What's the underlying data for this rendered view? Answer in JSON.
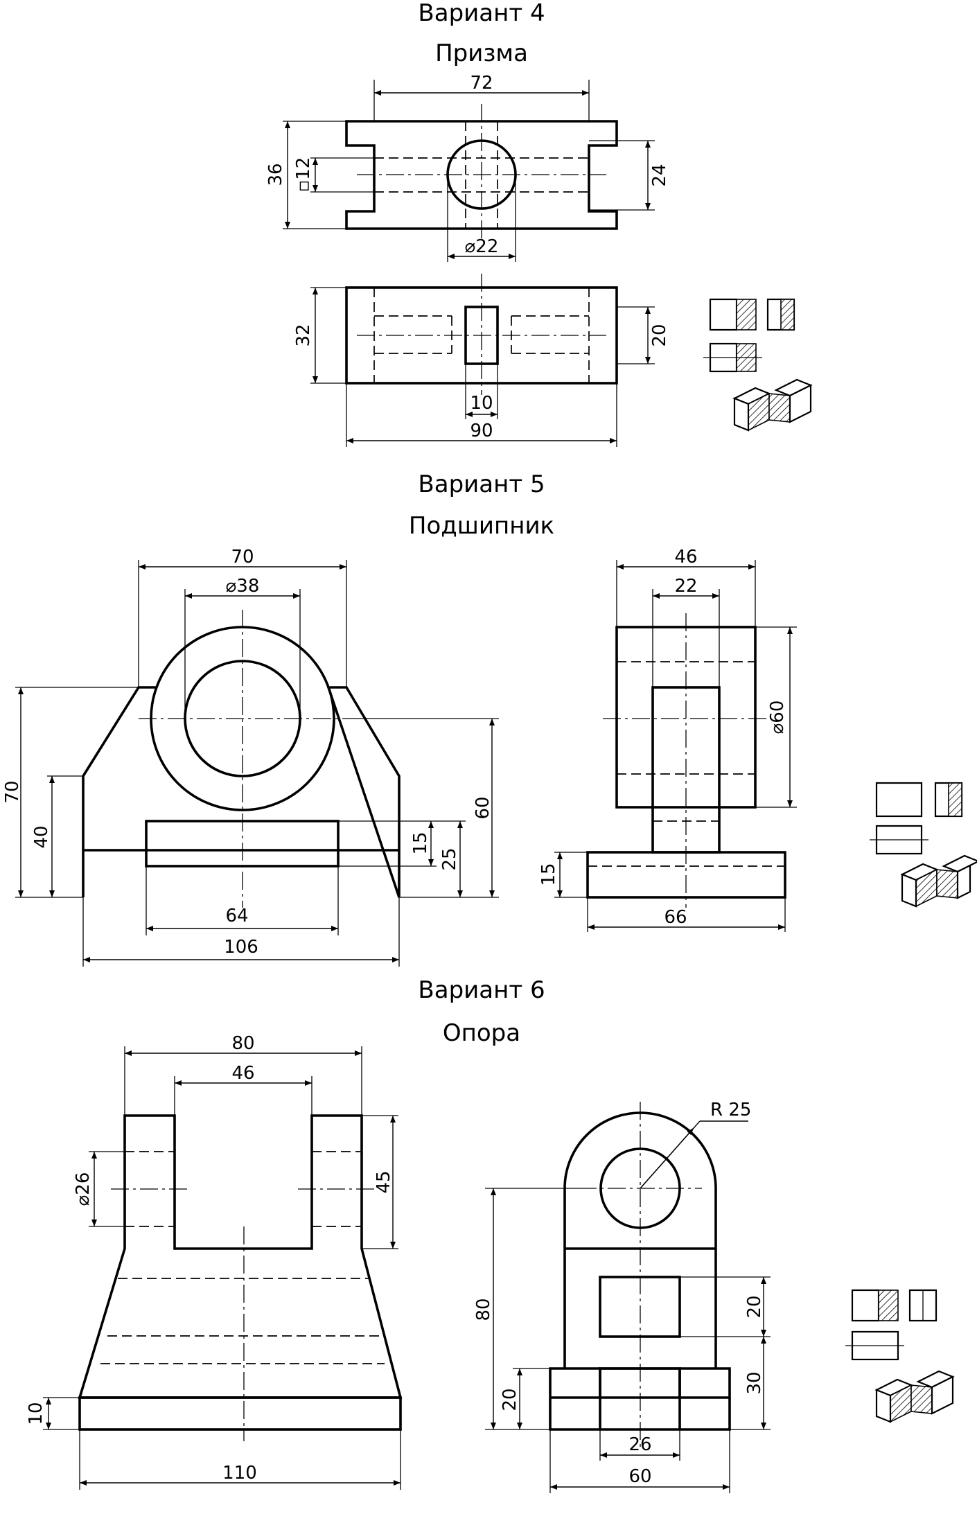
{
  "variants": [
    {
      "heading": "Вариант 4",
      "name": "Призма",
      "dims": {
        "d72": "72",
        "d36": "36",
        "d12": "▫12",
        "d24": "24",
        "d22": "⌀22",
        "d32": "32",
        "d20": "20",
        "d10": "10",
        "d90": "90"
      }
    },
    {
      "heading": "Вариант 5",
      "name": "Подшипник",
      "dims": {
        "d70w": "70",
        "d38": "⌀38",
        "d70h": "70",
        "d40": "40",
        "d60": "60",
        "d15a": "15",
        "d25": "25",
        "d64": "64",
        "d106": "106",
        "d46": "46",
        "d22": "22",
        "d60d": "⌀60",
        "d15b": "15",
        "d66": "66"
      }
    },
    {
      "heading": "Вариант 6",
      "name": "Опора",
      "dims": {
        "d80w": "80",
        "d46": "46",
        "d26d": "⌀26",
        "d45": "45",
        "d10": "10",
        "d110": "110",
        "r25": "R 25",
        "d80h": "80",
        "d20a": "20",
        "d20b": "20",
        "d30": "30",
        "d26": "26",
        "d60": "60"
      }
    }
  ]
}
